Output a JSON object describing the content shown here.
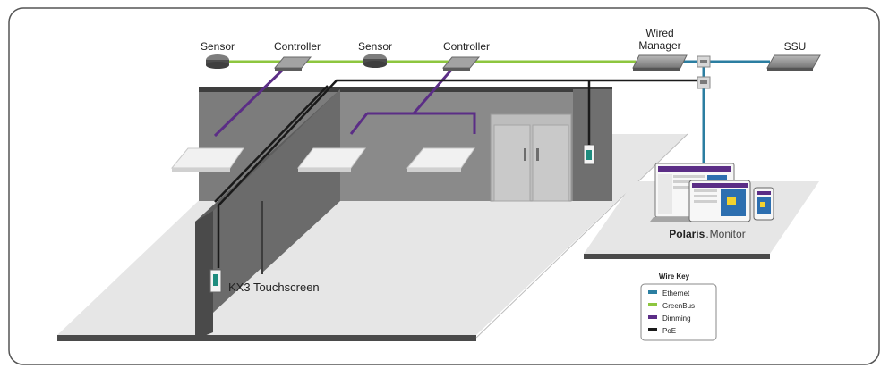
{
  "labels": {
    "sensor_1": "Sensor",
    "controller_1": "Controller",
    "sensor_2": "Sensor",
    "controller_2": "Controller",
    "wired_manager_line1": "Wired",
    "wired_manager_line2": "Manager",
    "ssu": "SSU",
    "touchscreen": "KX3 Touchscreen",
    "brand_name": "Polaris",
    "brand_product": "Monitor"
  },
  "wire_key": {
    "title": "Wire Key",
    "items": [
      {
        "label": "Ethernet",
        "color": "#2b7ea1",
        "icon": "ethernet-swatch"
      },
      {
        "label": "GreenBus",
        "color": "#8dc63f",
        "icon": "greenbus-swatch"
      },
      {
        "label": "Dimming",
        "color": "#5b2d86",
        "icon": "dimming-swatch"
      },
      {
        "label": "PoE",
        "color": "#1a1a1a",
        "icon": "poe-swatch"
      }
    ]
  },
  "colors": {
    "ethernet": "#2b7ea1",
    "greenbus": "#8dc63f",
    "dimming": "#5b2d86",
    "poe": "#1a1a1a",
    "frame_border": "#555555"
  }
}
